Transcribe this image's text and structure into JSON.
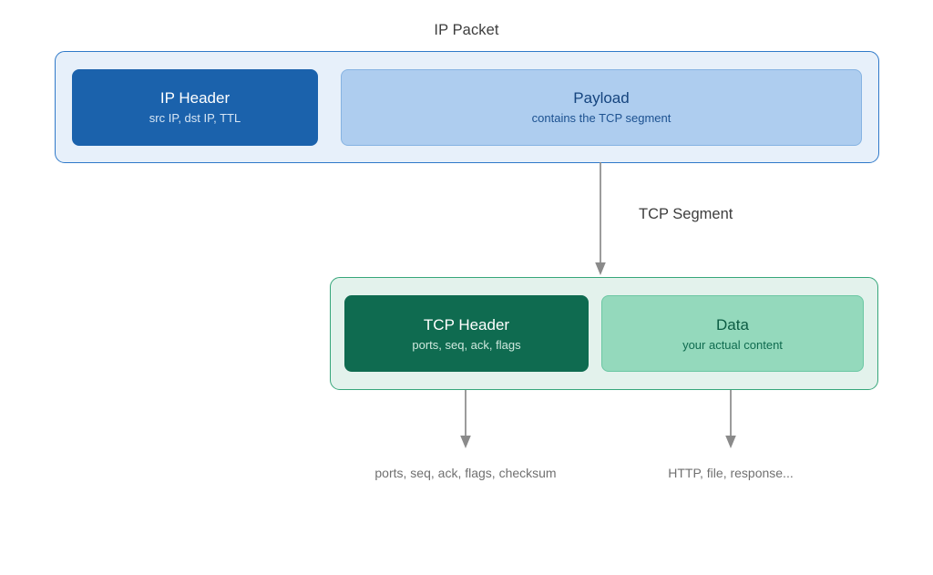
{
  "diagram": {
    "title": "IP Packet",
    "ip_packet": {
      "name": "IP Packet",
      "fields": [
        {
          "title": "IP Header",
          "subtitle": "src IP, dst IP, TTL"
        },
        {
          "title": "Payload",
          "subtitle": "contains the TCP segment"
        }
      ]
    },
    "tcp_segment": {
      "name": "TCP Segment",
      "edge_label": "TCP Segment",
      "fields": [
        {
          "title": "TCP Header",
          "subtitle": "ports, seq, ack, flags"
        },
        {
          "title": "Data",
          "subtitle": "your actual content"
        }
      ]
    },
    "leaf_labels": [
      {
        "text": "ports, seq, ack, flags, checksum"
      },
      {
        "text": "HTTP, file, response..."
      }
    ],
    "colors": {
      "ip_container_border": "#2f79c9",
      "ip_container_fill": "#e7f0fa",
      "ip_header_fill": "#1b62ac",
      "payload_fill": "#aecdef",
      "tcp_container_border": "#36a67a",
      "tcp_container_fill": "#e3f2ec",
      "tcp_header_fill": "#0f6b50",
      "data_fill": "#94d9bc",
      "arrow": "#8a8a8a",
      "title_text": "#3d3d3d",
      "leaf_text": "#707070"
    }
  }
}
